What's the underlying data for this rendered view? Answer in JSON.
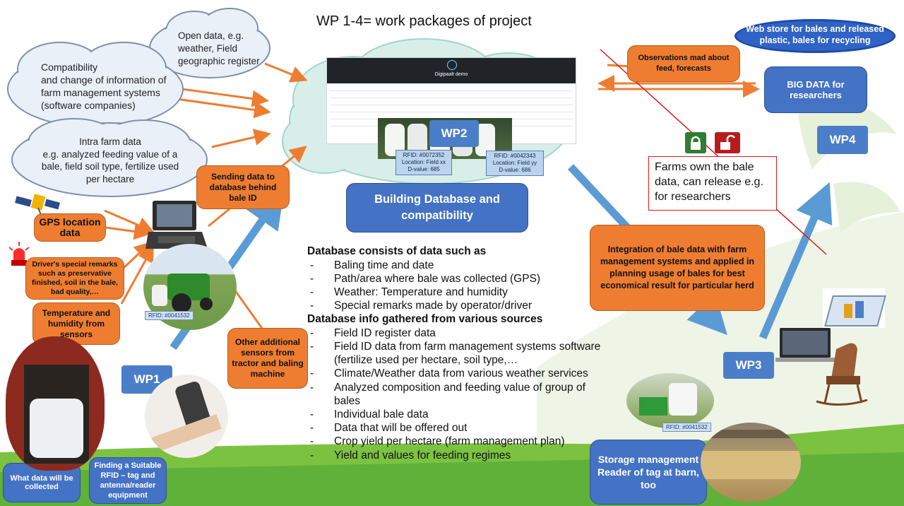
{
  "title": "WP 1-4= work packages of project",
  "clouds": {
    "open_data": "Open data, e.g. weather, Field geographic register",
    "compat": [
      "Compatibility",
      "and change of information of",
      "farm management systems",
      "(software companies)"
    ],
    "intra": [
      "Intra farm data",
      "e.g. analyzed feeding value of a",
      "bale, field soil type, fertilize used",
      "per hectare"
    ]
  },
  "orange_boxes": {
    "sending": "Sending data to database behind bale ID",
    "gps": "GPS location data",
    "driver": "Driver's special remarks such as preservative finished, soil in the bale, bad quality,…",
    "temp": "Temperature and humidity from sensors",
    "other_sensors": "Other additional sensors from tractor and baling machine",
    "observations": "Observations mad about feed, forecasts",
    "integration": "Integration of bale data with farm management systems and applied in planning usage of bales for best  economical result for particular herd"
  },
  "blue_boxes": {
    "building_db": "Building Database and compatibility",
    "big_data": "BIG DATA for researchers",
    "web_store": "Web store for bales and released plastic, bales for recycling",
    "what_data": "What data will be collected",
    "finding_rfid": "Finding a Suitable RFID – tag and antenna/reader equipment",
    "storage": "Storage management Reader of  tag at barn, too"
  },
  "wp_labels": {
    "wp1": "WP1",
    "wp2": "WP2",
    "wp3": "WP3",
    "wp4": "WP4"
  },
  "farms_box": "Farms own the bale data, can release e.g. for researchers",
  "digipack": {
    "title": "Digipaalt demo"
  },
  "rfid": {
    "left": [
      "RFID: #0072352",
      "Location: Field xx",
      "D-value: 685"
    ],
    "right": [
      "RFID: #0042343",
      "Location: Field yy",
      "D-value: 686"
    ],
    "field_tag": "RFID: #0041532",
    "wrapper_tag": "RFID: #0041532"
  },
  "db_section": {
    "heading1": "Database consists of data such as",
    "items1": [
      "Baling time and date",
      "Path/area where bale was collected (GPS)",
      "Weather: Temperature and humidity",
      "Special remarks made by operator/driver"
    ],
    "heading2": "Database info gathered from various sources",
    "items2": [
      "Field ID register data",
      "Field ID data from farm management systems software (fertilize used per hectare, soil type,…",
      "Climate/Weather data from various weather services",
      "Analyzed composition and feeding value of group of bales",
      "Individual bale data",
      "Data that will be offered out",
      "Crop yield per hectare (farm management plan)",
      "Yield and values for feeding regimes"
    ]
  },
  "colors": {
    "orange": "#ee7d31",
    "blue": "#4472c4",
    "green": "#5fb13a",
    "arrow_blue": "#5b9bd5"
  }
}
